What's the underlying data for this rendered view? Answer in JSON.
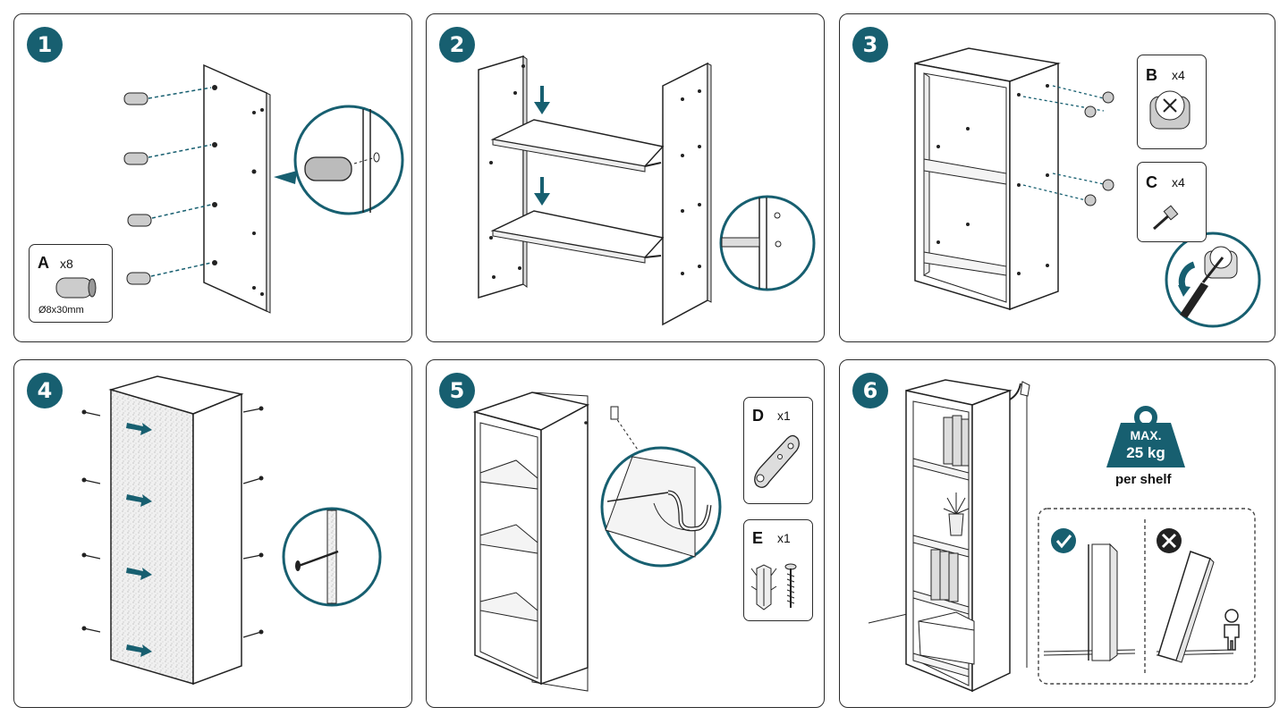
{
  "colors": {
    "accent": "#175f70",
    "line": "#2b2b2b",
    "bad": "#222222"
  },
  "steps": [
    {
      "number": "1",
      "part": {
        "letter": "A",
        "qty": "x8",
        "size": "Ø8x30mm"
      }
    },
    {
      "number": "2"
    },
    {
      "number": "3",
      "parts": [
        {
          "letter": "B",
          "qty": "x4"
        },
        {
          "letter": "C",
          "qty": "x4"
        }
      ]
    },
    {
      "number": "4"
    },
    {
      "number": "5",
      "parts": [
        {
          "letter": "D",
          "qty": "x1"
        },
        {
          "letter": "E",
          "qty": "x1"
        }
      ]
    },
    {
      "number": "6",
      "weight": {
        "line1": "MAX.",
        "line2": "25 kg"
      },
      "per_shelf": "per shelf"
    }
  ],
  "icons": [
    "arrow-down-icon",
    "rotate-icon",
    "check-icon",
    "cross-icon",
    "weight-icon",
    "person-icon"
  ]
}
